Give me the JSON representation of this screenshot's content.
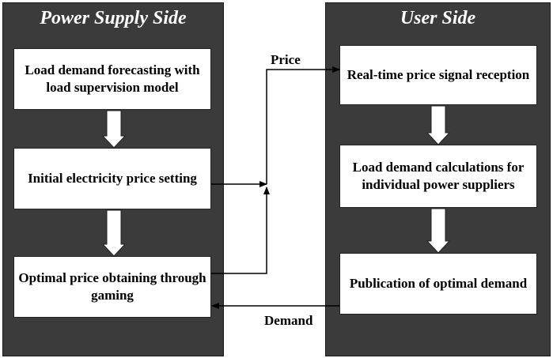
{
  "power_side": {
    "title": "Power Supply Side",
    "boxes": [
      "Load demand forecasting with load supervision model",
      "Initial electricity price setting",
      "Optimal price obtaining through gaming"
    ]
  },
  "user_side": {
    "title": "User Side",
    "boxes": [
      "Real-time price signal reception",
      "Load demand calculations for individual power suppliers",
      "Publication of optimal demand"
    ]
  },
  "flows": {
    "price_label": "Price",
    "demand_label": "Demand"
  },
  "colors": {
    "panel": "#3b3b3b",
    "box": "#ffffff",
    "line": "#000000"
  }
}
